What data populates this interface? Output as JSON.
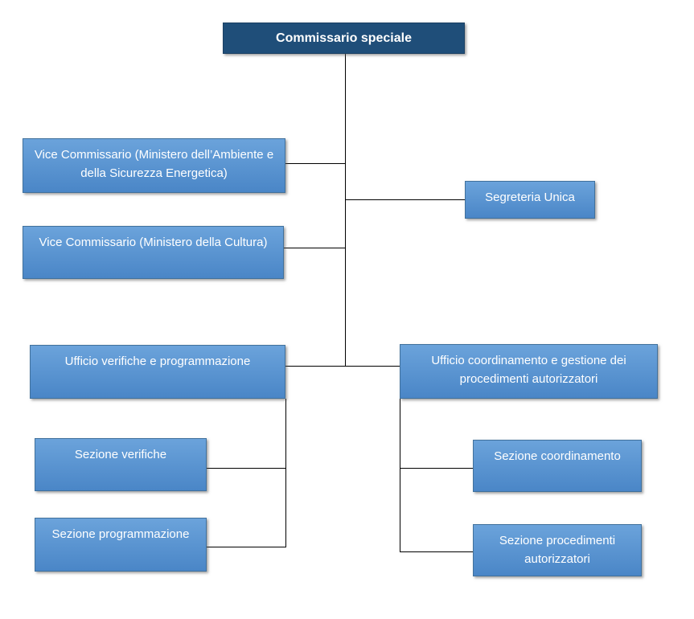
{
  "diagram": {
    "type": "org-chart",
    "nodes": {
      "root": {
        "label": "Commissario speciale"
      },
      "vice_ambiente": {
        "label": "Vice Commissario (Ministero dell’Ambiente e della Sicurezza Energetica)"
      },
      "vice_cultura": {
        "label": "Vice Commissario (Ministero della Cultura)"
      },
      "segreteria": {
        "label": "Segreteria Unica"
      },
      "ufficio_verifiche": {
        "label": "Ufficio verifiche e programmazione"
      },
      "ufficio_coordinamento": {
        "label": "Ufficio coordinamento e gestione dei procedimenti autorizzatori"
      },
      "sezione_verifiche": {
        "label": "Sezione verifiche"
      },
      "sezione_programmazione": {
        "label": "Sezione programmazione"
      },
      "sezione_coordinamento": {
        "label": "Sezione coordinamento"
      },
      "sezione_procedimenti": {
        "label": "Sezione procedimenti autorizzatori"
      }
    },
    "edges": [
      [
        "root",
        "vice_ambiente"
      ],
      [
        "root",
        "vice_cultura"
      ],
      [
        "root",
        "segreteria"
      ],
      [
        "root",
        "ufficio_verifiche"
      ],
      [
        "root",
        "ufficio_coordinamento"
      ],
      [
        "ufficio_verifiche",
        "sezione_verifiche"
      ],
      [
        "ufficio_verifiche",
        "sezione_programmazione"
      ],
      [
        "ufficio_coordinamento",
        "sezione_coordinamento"
      ],
      [
        "ufficio_coordinamento",
        "sezione_procedimenti"
      ]
    ]
  },
  "colors": {
    "root_fill": "#1F4E79",
    "root_border": "#1B4063",
    "node_fill_top": "#6BA3DB",
    "node_fill_bottom": "#4A86C7",
    "node_border": "#41719C",
    "connector": "#000000",
    "text": "#FFFFFF"
  }
}
